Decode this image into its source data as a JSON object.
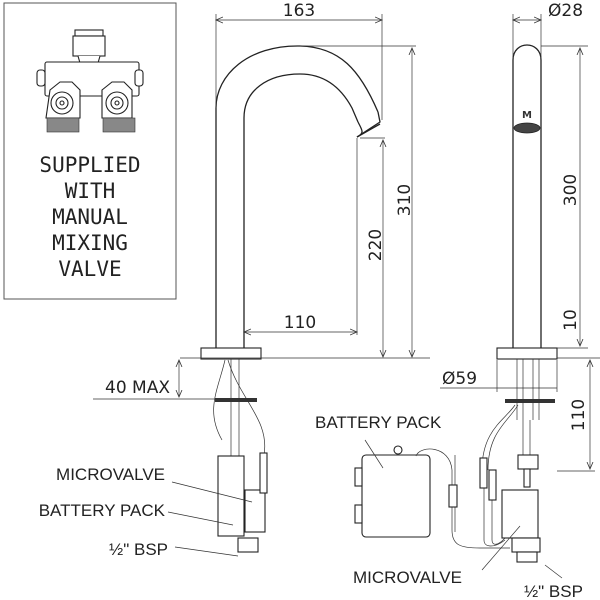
{
  "note_box": {
    "lines": [
      "SUPPLIED",
      "WITH",
      "MANUAL",
      "MIXING",
      "VALVE"
    ],
    "icon": "mixing-valve-icon"
  },
  "side_view": {
    "dimensions": {
      "width": "163",
      "total_height": "310",
      "spout_height": "220",
      "reach": "110",
      "max_deck_thickness": "40 MAX"
    },
    "labels": {
      "microvalve": "MICROVALVE",
      "battery_pack": "BATTERY PACK",
      "bsp": "½\" BSP"
    }
  },
  "front_view": {
    "dimensions": {
      "diameter_top": "Ø28",
      "height": "300",
      "base_height": "10",
      "base_diameter": "Ø59",
      "shank_length": "110"
    },
    "labels": {
      "battery_pack": "BATTERY PACK",
      "microvalve": "MICROVALVE",
      "bsp": "½\" BSP"
    }
  }
}
